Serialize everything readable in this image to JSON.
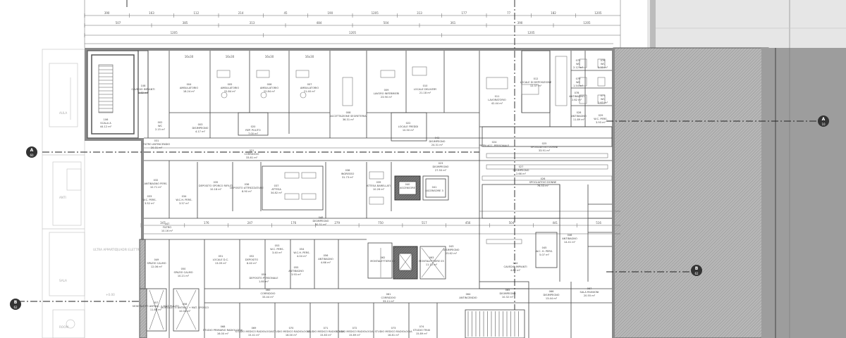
{
  "rooms": [
    {
      "n": "106",
      "t": "SCALA A",
      "a": "44.12 m²"
    },
    {
      "n": "108",
      "t": "CAVEDIO IMPIANTI",
      "a": "2.82 m²"
    },
    {
      "n": "004",
      "t": "AMBULATORIO",
      "a": "18.24 m²"
    },
    {
      "n": "005",
      "t": "AMBULATORIO",
      "a": "22.84 m²"
    },
    {
      "n": "006",
      "t": "AMBULATORIO",
      "a": "22.84 m²"
    },
    {
      "n": "007",
      "t": "AMBULATORIO",
      "a": "21.40 m²"
    },
    {
      "n": "008",
      "t": "ACCETTAZIONE SEGRETERIA",
      "a": "36.31 m²"
    },
    {
      "n": "009",
      "t": "LAVORO INFERMIERI",
      "a": "23.90 m²"
    },
    {
      "n": "010",
      "t": "LOCALE DELIVERY",
      "a": "21.18 m²"
    },
    {
      "n": "011",
      "t": "LAVORATORIO",
      "a": "42.44 m²"
    },
    {
      "n": "012",
      "t": "LOCALE DI DEPOSIZIONE",
      "a": "12.37 m²"
    },
    {
      "n": "002",
      "t": "WC",
      "a": "2.15 m²"
    },
    {
      "n": "003",
      "t": "DISIMPEGNO",
      "a": "4.17 m²"
    },
    {
      "n": "020",
      "t": "REP. PULITO",
      "a": "7.00 m²"
    },
    {
      "n": "021",
      "t": "CORRIDOIO",
      "a": "33.81 m²"
    },
    {
      "n": "022",
      "t": "LOCALE FREDDI",
      "a": "10.50 m²"
    },
    {
      "n": "023",
      "t": "DISIMPEGNO",
      "a": "27.50 m²"
    },
    {
      "n": "024",
      "t": "PETRI ACC. PERSONALE",
      "a": ""
    },
    {
      "n": "025",
      "t": "SPOGLIATOIO UOMINI",
      "a": "33.91 m²"
    },
    {
      "n": "026",
      "t": "SPOGLIATOIO DONNE",
      "a": "76.53 m²"
    },
    {
      "n": "027",
      "t": "DISIMPEGNO",
      "a": "2.66 m²"
    },
    {
      "n": "028",
      "t": "ANTIBAGNO",
      "a": "11.89 m²"
    },
    {
      "n": "029",
      "t": "W.C. PERS.",
      "a": "3.93 m²"
    },
    {
      "n": "031",
      "t": "FILTRO ANTINCENDIO",
      "a": "20.31 m²"
    },
    {
      "n": "032",
      "t": "ANTIBAGNO PERS.",
      "a": "10.71 m²"
    },
    {
      "n": "033",
      "t": "W.C. PERS.",
      "a": "3.52 m²"
    },
    {
      "n": "034",
      "t": "W.C.H. PERS.",
      "a": "3.57 m²"
    },
    {
      "n": "035",
      "t": "DEPOSITO SPORCO RIFIUTI",
      "a": "10.18 m²"
    },
    {
      "n": "036",
      "t": "DEPOSITO ATTREZZATURE",
      "a": "8.90 m²"
    },
    {
      "n": "037",
      "t": "ATTESA",
      "a": "34.82 m²"
    },
    {
      "n": "038",
      "t": "INGRESSO",
      "a": "31.73 m²"
    },
    {
      "n": "039",
      "t": "ATTESA BARELLATI",
      "a": "10.26 m²"
    },
    {
      "n": "040",
      "t": "ASCENSORE",
      "a": ""
    },
    {
      "n": "041",
      "t": "ASCENSORE 3",
      "a": ""
    },
    {
      "n": "042",
      "t": "DISIMPEGNO",
      "a": "24.31 m²"
    },
    {
      "n": "043",
      "t": "DISIMPEGNO",
      "a": "23.62 m²"
    },
    {
      "n": "044",
      "t": "CAVEDIO IMPIANTI",
      "a": "4.80 m²"
    },
    {
      "n": "045",
      "t": "W.C. H. PERS.",
      "a": "5.07 m²"
    },
    {
      "n": "046",
      "t": "ANTIBAGNO",
      "a": "14.41 m²"
    },
    {
      "n": "047",
      "t": "FILTRO",
      "a": "10.16 m²"
    },
    {
      "n": "048",
      "t": "DISIMPEGNO",
      "a": "50.51 m²"
    },
    {
      "n": "049",
      "t": "SPAZIO CALMO",
      "a": "12.06 m²"
    },
    {
      "n": "050",
      "t": "SPAZIO CALMO",
      "a": "10.21 m²"
    },
    {
      "n": "051",
      "t": "LOCALE D.C.",
      "a": "13.09 m²"
    },
    {
      "n": "052",
      "t": "DEPOSITO",
      "a": "8.40 m²"
    },
    {
      "n": "053",
      "t": "W.C. PERS.",
      "a": "3.40 m²"
    },
    {
      "n": "054",
      "t": "W.C.H. PERS.",
      "a": "4.04 m²"
    },
    {
      "n": "055",
      "t": "ANTIBAGNO",
      "a": "3.93 m²"
    },
    {
      "n": "056",
      "t": "ANTIBAGNO",
      "a": "4.66 m²"
    },
    {
      "n": "057",
      "t": "MONTALETTI ANTINC. + MAT. PULITO",
      "a": "11.80 m²"
    },
    {
      "n": "058",
      "t": "MONTALETTI ANTINC. + MAT. SPORCO",
      "a": "10.04 m²"
    },
    {
      "n": "059",
      "t": "DEPOSITO PERSONALE",
      "a": "1.80 m²"
    },
    {
      "n": "060",
      "t": "CORRIDOIO",
      "a": "33.44 m²"
    },
    {
      "n": "061",
      "t": "CORRIDOIO",
      "a": "33.11 m²"
    },
    {
      "n": "062",
      "t": "MONTALETTIERE 02",
      "a": ""
    },
    {
      "n": "063",
      "t": "MONTALETTIERE 03",
      "a": "11.12 m²"
    },
    {
      "n": "064",
      "t": "ANTINCENDIO",
      "a": ""
    },
    {
      "n": "065",
      "t": "DISIMPEGNO",
      "a": "10.32 m²"
    },
    {
      "n": "066",
      "t": "DISIMPEGNO",
      "a": "13.44 m²"
    },
    {
      "n": "067",
      "t": "SALA RIUNIONI",
      "a": "20.55 m²"
    },
    {
      "n": "068",
      "t": "STUDIO PRIMARIO RADIOLOGIA",
      "a": "16.00 m²"
    },
    {
      "n": "069",
      "t": "STUDIO MEDICO RADIOLOGIA",
      "a": "15.41 m²"
    },
    {
      "n": "070",
      "t": "STUDIO MEDICO RADIOLOGIA",
      "a": "16.00 m²"
    },
    {
      "n": "071",
      "t": "STUDIO MEDICO RADIOLOGIA",
      "a": "15.83 m²"
    },
    {
      "n": "072",
      "t": "STUDIO MEDICO RADIOLOGIA",
      "a": "15.89 m²"
    },
    {
      "n": "073",
      "t": "STUDIO MEDICO RADIOLOGIA",
      "a": "16.81 m²"
    },
    {
      "n": "074",
      "t": "STUDIO TRIXI",
      "a": "15.89 m²"
    },
    {
      "n": "075",
      "t": "WC",
      "a": "2.12 m²"
    },
    {
      "n": "076",
      "t": "WC",
      "a": "2.33 m²"
    },
    {
      "n": "077",
      "t": "WC",
      "a": "2.63 m²"
    },
    {
      "n": "078",
      "t": "ANTIBAGNO",
      "a": "2.62 m²"
    },
    {
      "n": "079",
      "t": "WC",
      "a": "1.54 m²"
    }
  ],
  "section_marks": {
    "a_right": {
      "label": "A",
      "sub": "10"
    },
    "a_left": {
      "label": "A",
      "sub": "60"
    },
    "b_right": {
      "label": "B",
      "sub": "62"
    },
    "b_left": {
      "label": "B",
      "sub": "62"
    }
  },
  "dimensions": {
    "top_row1": [
      "390",
      "163",
      "112",
      "214",
      "45",
      "190",
      "1205",
      "313",
      "177",
      "77",
      "182",
      "1205"
    ],
    "top_row2": [
      "507",
      "385",
      "313",
      "484",
      "504",
      "361",
      "390",
      "1205"
    ],
    "top_row3": [
      "1205",
      "1205",
      "1205"
    ],
    "mid": [
      "347",
      "176",
      "247",
      "176",
      "279",
      "750",
      "517",
      "456",
      "504",
      "441",
      "516"
    ],
    "bay": [
      "16x30",
      "16x30",
      "16x30",
      "16x30"
    ]
  },
  "existing_labels": {
    "aula": "AULA",
    "sala": "SALA",
    "ante": "ANTI",
    "quadri": "QUADRI ELETTRICI",
    "ultra": "ULTRA APPARTO",
    "level": "+0.00",
    "room_ext": "ROOM"
  },
  "colors": {
    "wall": "#8a8a8a",
    "hatch": "#9a9a9a",
    "background": "#ffffff",
    "section_fill": "#333333"
  }
}
